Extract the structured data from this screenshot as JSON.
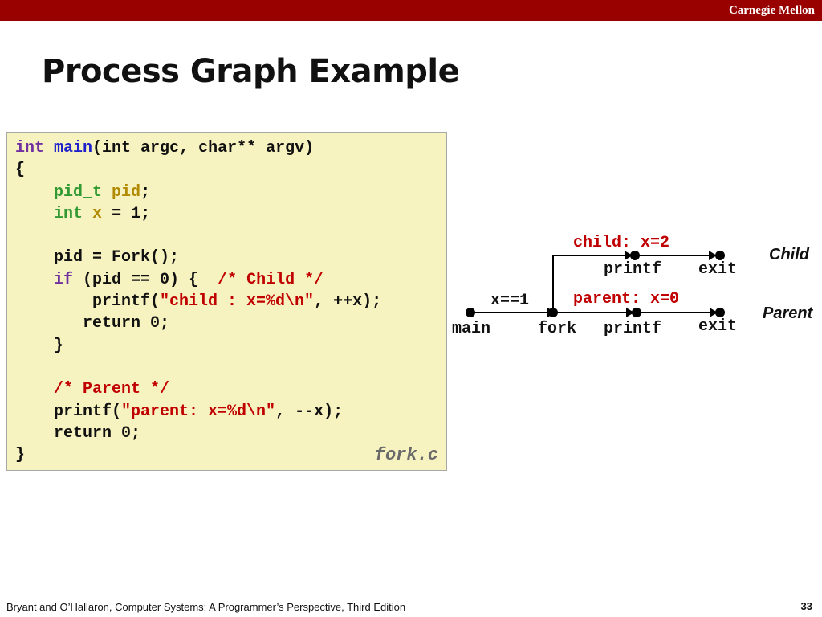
{
  "header": {
    "brand": "Carnegie Mellon",
    "bar_color": "#990000"
  },
  "title": "Process Graph Example",
  "code": {
    "lines": [
      [
        [
          "kw",
          "int"
        ],
        [
          "p",
          " "
        ],
        [
          "fn",
          "main"
        ],
        [
          "p",
          "(int argc, char** argv)"
        ]
      ],
      [
        [
          "p",
          "{"
        ]
      ],
      [
        [
          "p",
          "    "
        ],
        [
          "ty",
          "pid_t"
        ],
        [
          "p",
          " "
        ],
        [
          "va",
          "pid"
        ],
        [
          "p",
          ";"
        ]
      ],
      [
        [
          "p",
          "    "
        ],
        [
          "ty",
          "int"
        ],
        [
          "p",
          " "
        ],
        [
          "va",
          "x"
        ],
        [
          "p",
          " = 1;"
        ]
      ],
      [
        [
          "p",
          ""
        ]
      ],
      [
        [
          "p",
          "    pid = Fork();"
        ]
      ],
      [
        [
          "p",
          "    "
        ],
        [
          "kw",
          "if"
        ],
        [
          "p",
          " (pid == 0) {  "
        ],
        [
          "cm",
          "/* Child */"
        ]
      ],
      [
        [
          "p",
          "        printf("
        ],
        [
          "str",
          "\"child : x=%d\\n\""
        ],
        [
          "p",
          ", ++x);"
        ]
      ],
      [
        [
          "p",
          "       return 0;"
        ]
      ],
      [
        [
          "p",
          "    }"
        ]
      ],
      [
        [
          "p",
          ""
        ]
      ],
      [
        [
          "p",
          "    "
        ],
        [
          "cm",
          "/* Parent */"
        ]
      ],
      [
        [
          "p",
          "    printf("
        ],
        [
          "str",
          "\"parent: x=%d\\n\""
        ],
        [
          "p",
          ", --x);"
        ]
      ],
      [
        [
          "p",
          "    return 0;"
        ]
      ],
      [
        [
          "p",
          "}"
        ]
      ]
    ],
    "filename": "fork.c",
    "colors": {
      "keyword": "#7030a0",
      "function": "#1f1fcc",
      "type": "#339933",
      "variable": "#b08a00",
      "string": "#c00000",
      "comment": "#c00000",
      "background": "#f7f3c0"
    }
  },
  "graph": {
    "child_output": "child: x=2",
    "parent_output": "parent: x=0",
    "x_init": "x==1",
    "child_label": "Child",
    "parent_label": "Parent",
    "child_nodes": {
      "printf": "printf",
      "exit": "exit"
    },
    "parent_nodes": {
      "main": "main",
      "fork": "fork",
      "printf": "printf",
      "exit": "exit"
    },
    "output_color": "#c00000"
  },
  "footer": {
    "citation": "Bryant and O’Hallaron, Computer Systems: A Programmer’s Perspective, Third Edition",
    "page": "33"
  }
}
